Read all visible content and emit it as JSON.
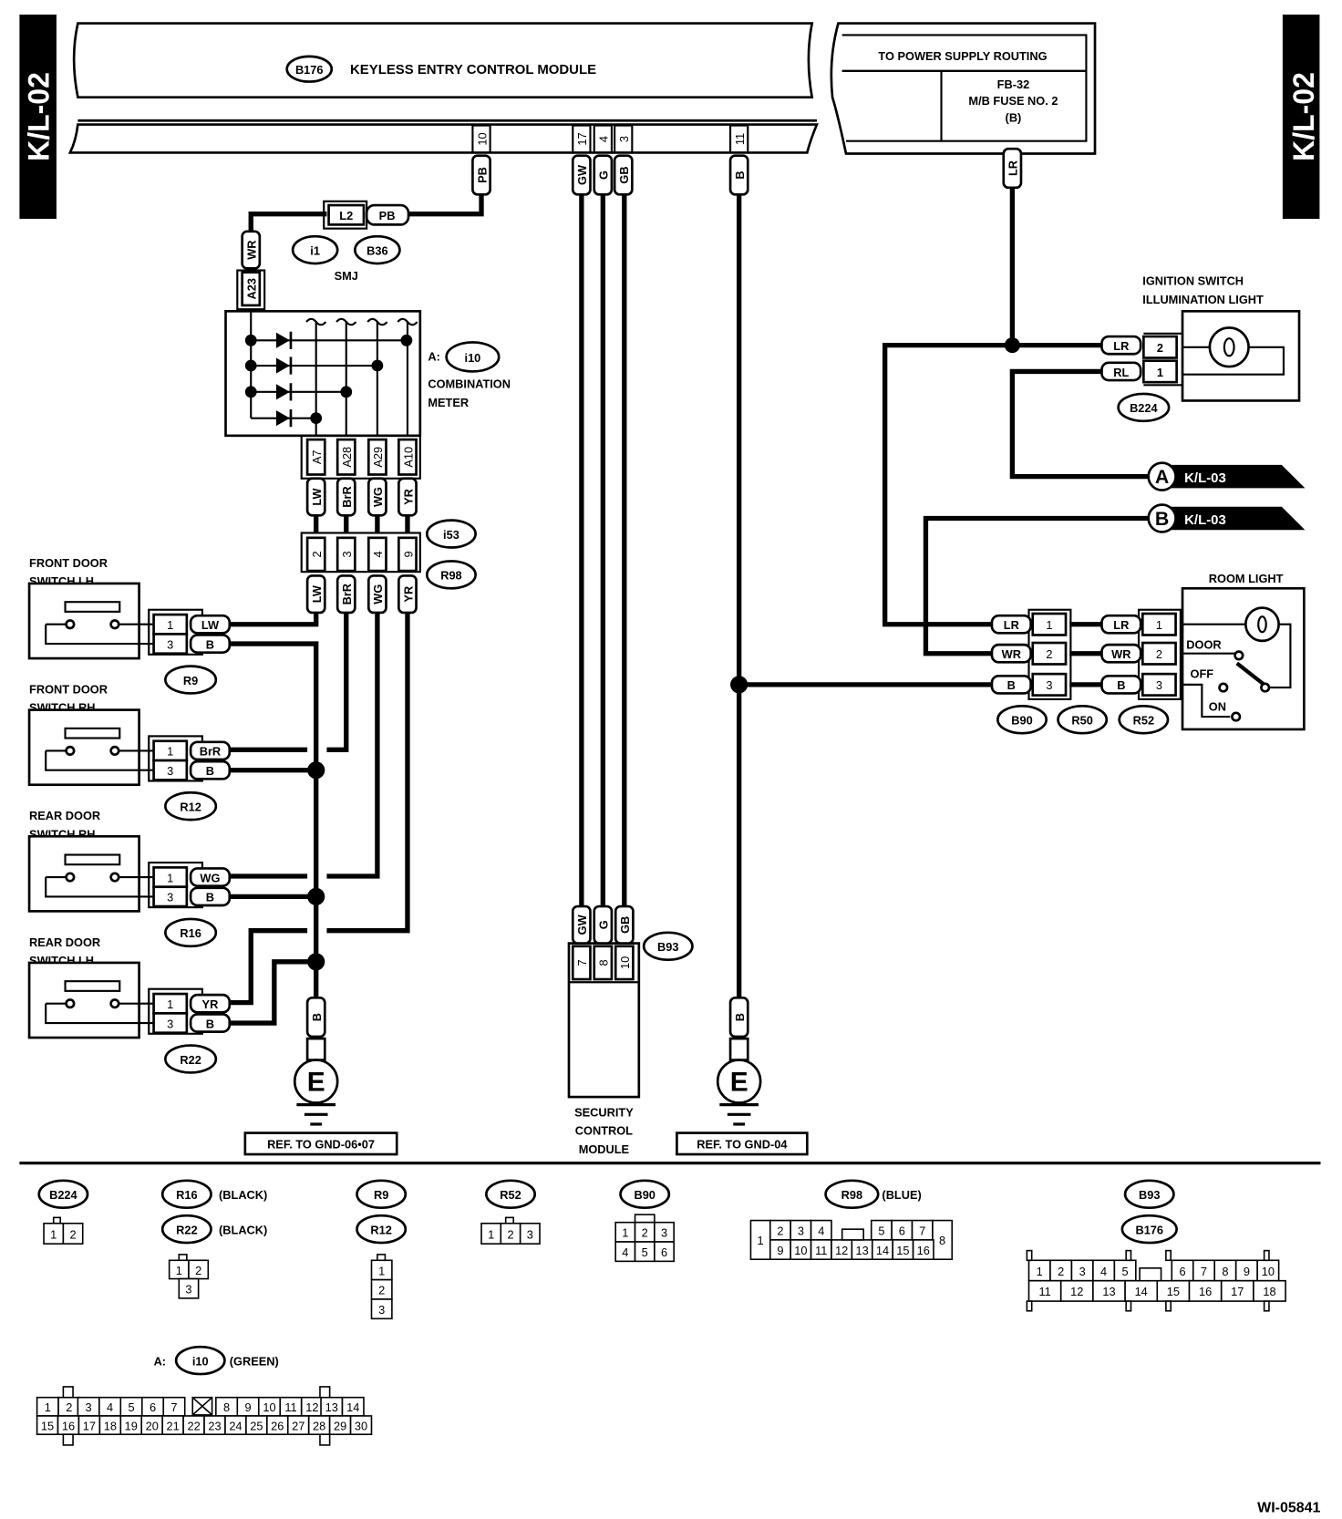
{
  "page_tag": "K/L-02",
  "figure_id": "WI-05841",
  "colors": {
    "ink": "#000000",
    "paper": "#ffffff"
  },
  "keyless_module": {
    "connector": "B176",
    "title": "KEYLESS ENTRY CONTROL MODULE",
    "pins": [
      {
        "pin": "10",
        "wire": "PB"
      },
      {
        "pin": "17",
        "wire": "GW"
      },
      {
        "pin": "4",
        "wire": "G"
      },
      {
        "pin": "3",
        "wire": "GB"
      },
      {
        "pin": "11",
        "wire": "B"
      }
    ]
  },
  "power_supply": {
    "title": "TO POWER SUPPLY ROUTING",
    "ref_line1": "FB-32",
    "ref_line2": "M/B FUSE NO. 2",
    "ref_line3": "(B)",
    "wire": "LR"
  },
  "smj": {
    "title": "SMJ",
    "connectors": [
      "i1",
      "B36"
    ],
    "pins": [
      "L2",
      "PB"
    ],
    "wire_out": "WR",
    "meter_pin": "A23"
  },
  "combination_meter": {
    "prefix": "A:",
    "connector": "i10",
    "line1": "COMBINATION",
    "line2": "METER",
    "pins": [
      "A7",
      "A28",
      "A29",
      "A10"
    ],
    "wires": [
      "LW",
      "BrR",
      "WG",
      "YR"
    ]
  },
  "junction": {
    "connectors": [
      "i53",
      "R98"
    ],
    "pins": [
      "2",
      "3",
      "4",
      "9"
    ],
    "wires": [
      "LW",
      "BrR",
      "WG",
      "YR"
    ]
  },
  "door_switches": [
    {
      "line1": "FRONT DOOR",
      "line2": "SWITCH LH",
      "connector": "R9",
      "pins": [
        "1",
        "3"
      ],
      "wires": [
        "LW",
        "B"
      ]
    },
    {
      "line1": "FRONT DOOR",
      "line2": "SWITCH RH",
      "connector": "R12",
      "pins": [
        "1",
        "3"
      ],
      "wires": [
        "BrR",
        "B"
      ]
    },
    {
      "line1": "REAR DOOR",
      "line2": "SWITCH RH",
      "connector": "R16",
      "pins": [
        "1",
        "3"
      ],
      "wires": [
        "WG",
        "B"
      ]
    },
    {
      "line1": "REAR DOOR",
      "line2": "SWITCH LH",
      "connector": "R22",
      "pins": [
        "1",
        "3"
      ],
      "wires": [
        "YR",
        "B"
      ]
    }
  ],
  "grounds": [
    {
      "wire": "B",
      "symbol": "E",
      "ref": "REF. TO GND-06•07"
    },
    {
      "wire": "B",
      "symbol": "E",
      "ref": "REF. TO GND-04"
    }
  ],
  "security_module": {
    "connector": "B93",
    "line1": "SECURITY",
    "line2": "CONTROL",
    "line3": "MODULE",
    "pins": [
      "7",
      "8",
      "10"
    ],
    "wires": [
      "GW",
      "G",
      "GB"
    ]
  },
  "ignition_light": {
    "line1": "IGNITION SWITCH",
    "line2": "ILLUMINATION LIGHT",
    "connector": "B224",
    "pins": [
      "2",
      "1"
    ],
    "wires": [
      "LR",
      "RL"
    ]
  },
  "offpage": [
    {
      "letter": "A",
      "ref": "K/L-03"
    },
    {
      "letter": "B",
      "ref": "K/L-03"
    }
  ],
  "room_light": {
    "title": "ROOM LIGHT",
    "connectors": [
      "B90",
      "R50",
      "R52"
    ],
    "pins": [
      "1",
      "2",
      "3"
    ],
    "wires": [
      "LR",
      "WR",
      "B"
    ],
    "switch_positions": [
      "DOOR",
      "OFF",
      "ON"
    ]
  },
  "connector_legend": {
    "b224": {
      "id": "B224",
      "cells": [
        "1",
        "2"
      ]
    },
    "r16_r22": {
      "ids": [
        "R16",
        "R22"
      ],
      "color": "(BLACK)",
      "cells": [
        "1",
        "2",
        "3"
      ]
    },
    "r9_r12": {
      "ids": [
        "R9",
        "R12"
      ],
      "cells": [
        "1",
        "2",
        "3"
      ]
    },
    "r52": {
      "id": "R52",
      "cells": [
        "1",
        "2",
        "3"
      ]
    },
    "b90": {
      "id": "B90",
      "cells": [
        "1",
        "2",
        "3",
        "4",
        "5",
        "6"
      ]
    },
    "r98": {
      "id": "R98",
      "color": "(BLUE)",
      "cells": [
        "1",
        "2",
        "3",
        "4",
        "5",
        "6",
        "7",
        "8",
        "9",
        "10",
        "11",
        "12",
        "13",
        "14",
        "15",
        "16"
      ]
    },
    "b93_b176": {
      "ids": [
        "B93",
        "B176"
      ],
      "cells": [
        "1",
        "2",
        "3",
        "4",
        "5",
        "6",
        "7",
        "8",
        "9",
        "10",
        "11",
        "12",
        "13",
        "14",
        "15",
        "16",
        "17",
        "18"
      ]
    },
    "i10": {
      "prefix": "A:",
      "id": "i10",
      "color": "(GREEN)",
      "top": [
        "1",
        "2",
        "3",
        "4",
        "5",
        "6",
        "7",
        "",
        "8",
        "9",
        "10",
        "11",
        "12",
        "13",
        "14"
      ],
      "bottom": [
        "15",
        "16",
        "17",
        "18",
        "19",
        "20",
        "21",
        "22",
        "23",
        "24",
        "25",
        "26",
        "27",
        "28",
        "29",
        "30"
      ]
    }
  }
}
